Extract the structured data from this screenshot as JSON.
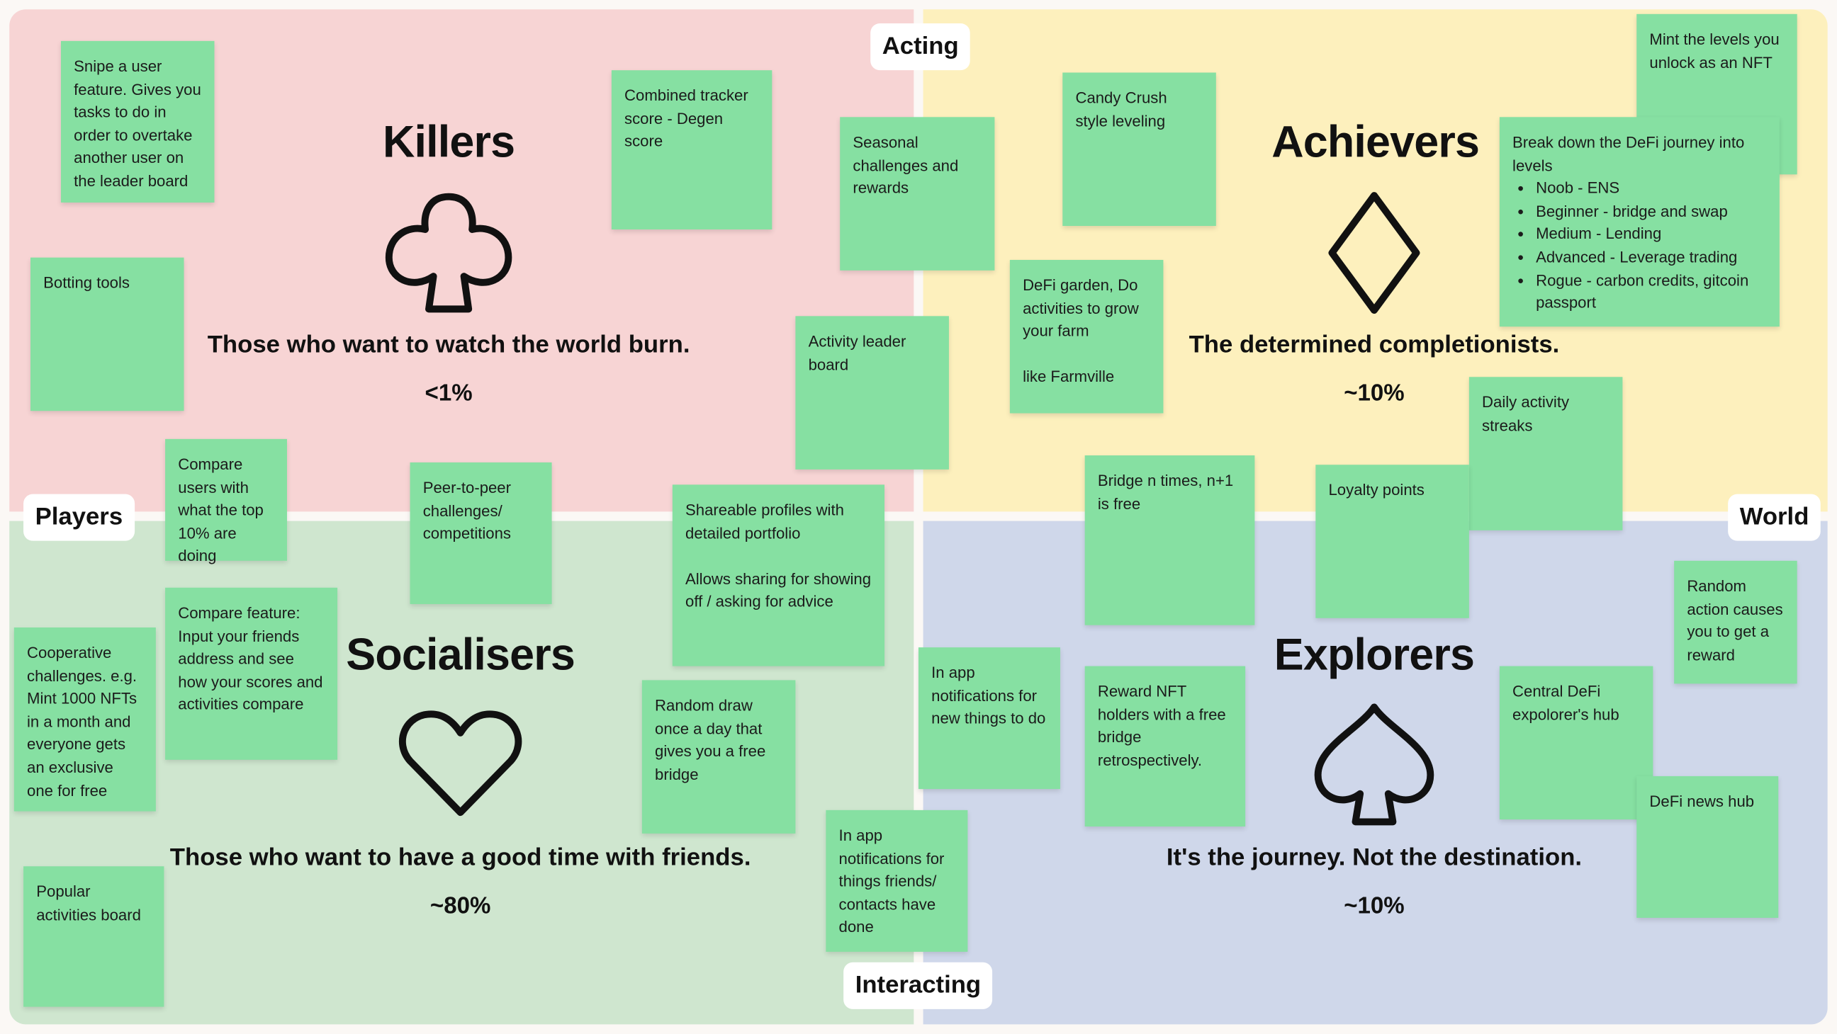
{
  "axes": {
    "top": "Acting",
    "left": "Players",
    "right": "World",
    "bottom": "Interacting"
  },
  "colors": {
    "killers": "#f7d4d4",
    "achievers": "#fdf0bd",
    "socialisers": "#cfe6cf",
    "explorers": "#cfd7ea",
    "sticky": "#86e0a2"
  },
  "quadrants": {
    "killers": {
      "title": "Killers",
      "icon": "club-icon",
      "tagline": "Those who want to watch the world burn.",
      "percent": "<1%"
    },
    "achievers": {
      "title": "Achievers",
      "icon": "diamond-icon",
      "tagline": "The determined completionists.",
      "percent": "~10%"
    },
    "socialisers": {
      "title": "Socialisers",
      "icon": "heart-icon",
      "tagline": "Those who want to have a good time with friends.",
      "percent": "~80%"
    },
    "explorers": {
      "title": "Explorers",
      "icon": "spade-icon",
      "tagline": "It's the journey. Not the destination.",
      "percent": "~10%"
    }
  },
  "stickies": {
    "snipe": "Snipe a user feature. Gives you tasks to do in order to overtake another user on the leader board",
    "botting": "Botting tools",
    "combined": "Combined tracker score - Degen score",
    "seasonal": "Seasonal challenges and rewards",
    "activity_board": "Activity leader board",
    "compare_users": "Compare users with what the top 10% are doing",
    "p2p": "Peer-to-peer challenges/ competitions",
    "shareable": "Shareable profiles with detailed portfolio\n\nAllows sharing for showing off / asking for advice",
    "cooperative": "Cooperative challenges. e.g. Mint 1000 NFTs in a month and everyone gets an exclusive one for free",
    "compare_feature": "Compare feature: Input your friends address and see how your scores and activities compare",
    "random_draw": "Random draw once a day that gives you a free bridge",
    "popular": "Popular activities board",
    "notif_friends": "In app notifications for things friends/ contacts have done",
    "notif_new": "In app notifications for new things to do",
    "candy": "Candy Crush style leveling",
    "mint_levels": "Mint the levels you unlock as an NFT",
    "breakdown": {
      "intro": "Break down the DeFi journey into levels",
      "items": [
        "Noob - ENS",
        "Beginner - bridge and swap",
        "Medium - Lending",
        "Advanced - Leverage trading",
        "Rogue - carbon credits, gitcoin passport"
      ]
    },
    "garden": "DeFi garden, Do activities to grow your farm\n\nlike Farmville",
    "streaks": "Daily activity streaks",
    "bridge_n": "Bridge n times, n+1 is free",
    "loyalty": "Loyalty points",
    "reward_nft": "Reward NFT holders with a free bridge retrospectively.",
    "random_action": "Random action causes you to get a reward",
    "central_hub": "Central DeFi expolorer's hub",
    "news_hub": "DeFi news hub"
  }
}
